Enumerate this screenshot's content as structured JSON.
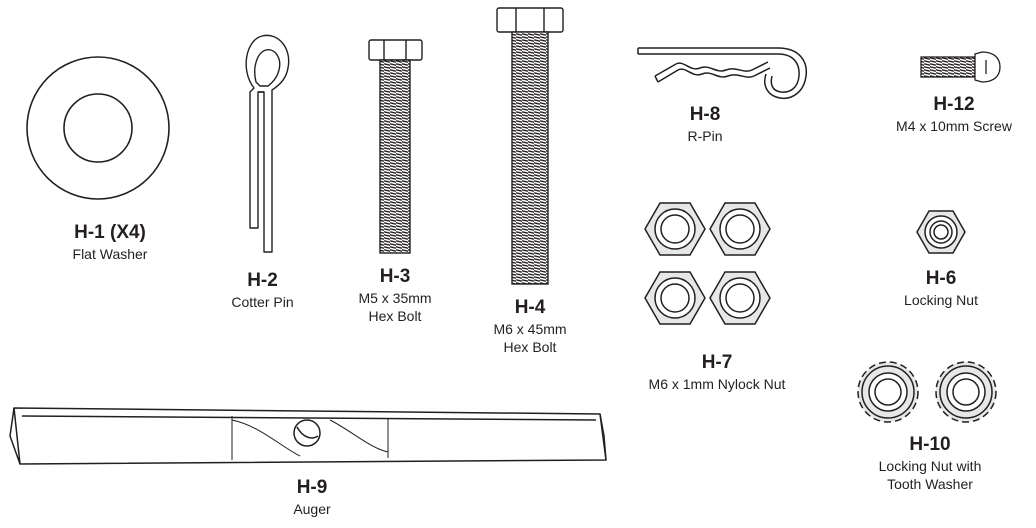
{
  "parts": [
    {
      "id": "h1",
      "code": "H-1 (X4)",
      "desc": [
        "Flat Washer"
      ],
      "icon": "flat-washer-icon"
    },
    {
      "id": "h2",
      "code": "H-2",
      "desc": [
        "Cotter Pin"
      ],
      "icon": "cotter-pin-icon"
    },
    {
      "id": "h3",
      "code": "H-3",
      "desc": [
        "M5 x 35mm",
        "Hex Bolt"
      ],
      "icon": "hex-bolt-icon"
    },
    {
      "id": "h4",
      "code": "H-4",
      "desc": [
        "M6 x 45mm",
        "Hex Bolt"
      ],
      "icon": "hex-bolt-icon"
    },
    {
      "id": "h8",
      "code": "H-8",
      "desc": [
        "R-Pin"
      ],
      "icon": "r-pin-icon"
    },
    {
      "id": "h12",
      "code": "H-12",
      "desc": [
        "M4 x 10mm Screw"
      ],
      "icon": "screw-icon"
    },
    {
      "id": "h7",
      "code": "H-7",
      "desc": [
        "M6 x 1mm Nylock Nut"
      ],
      "icon": "nylock-nut-icon"
    },
    {
      "id": "h6",
      "code": "H-6",
      "desc": [
        "Locking Nut"
      ],
      "icon": "locking-nut-icon"
    },
    {
      "id": "h9",
      "code": "H-9",
      "desc": [
        "Auger"
      ],
      "icon": "auger-icon"
    },
    {
      "id": "h10",
      "code": "H-10",
      "desc": [
        "Locking Nut with",
        "Tooth Washer"
      ],
      "icon": "tooth-washer-nut-icon"
    }
  ],
  "colors": {
    "stroke": "#231f20",
    "fill": "#e6e7e8",
    "background": "#ffffff"
  }
}
